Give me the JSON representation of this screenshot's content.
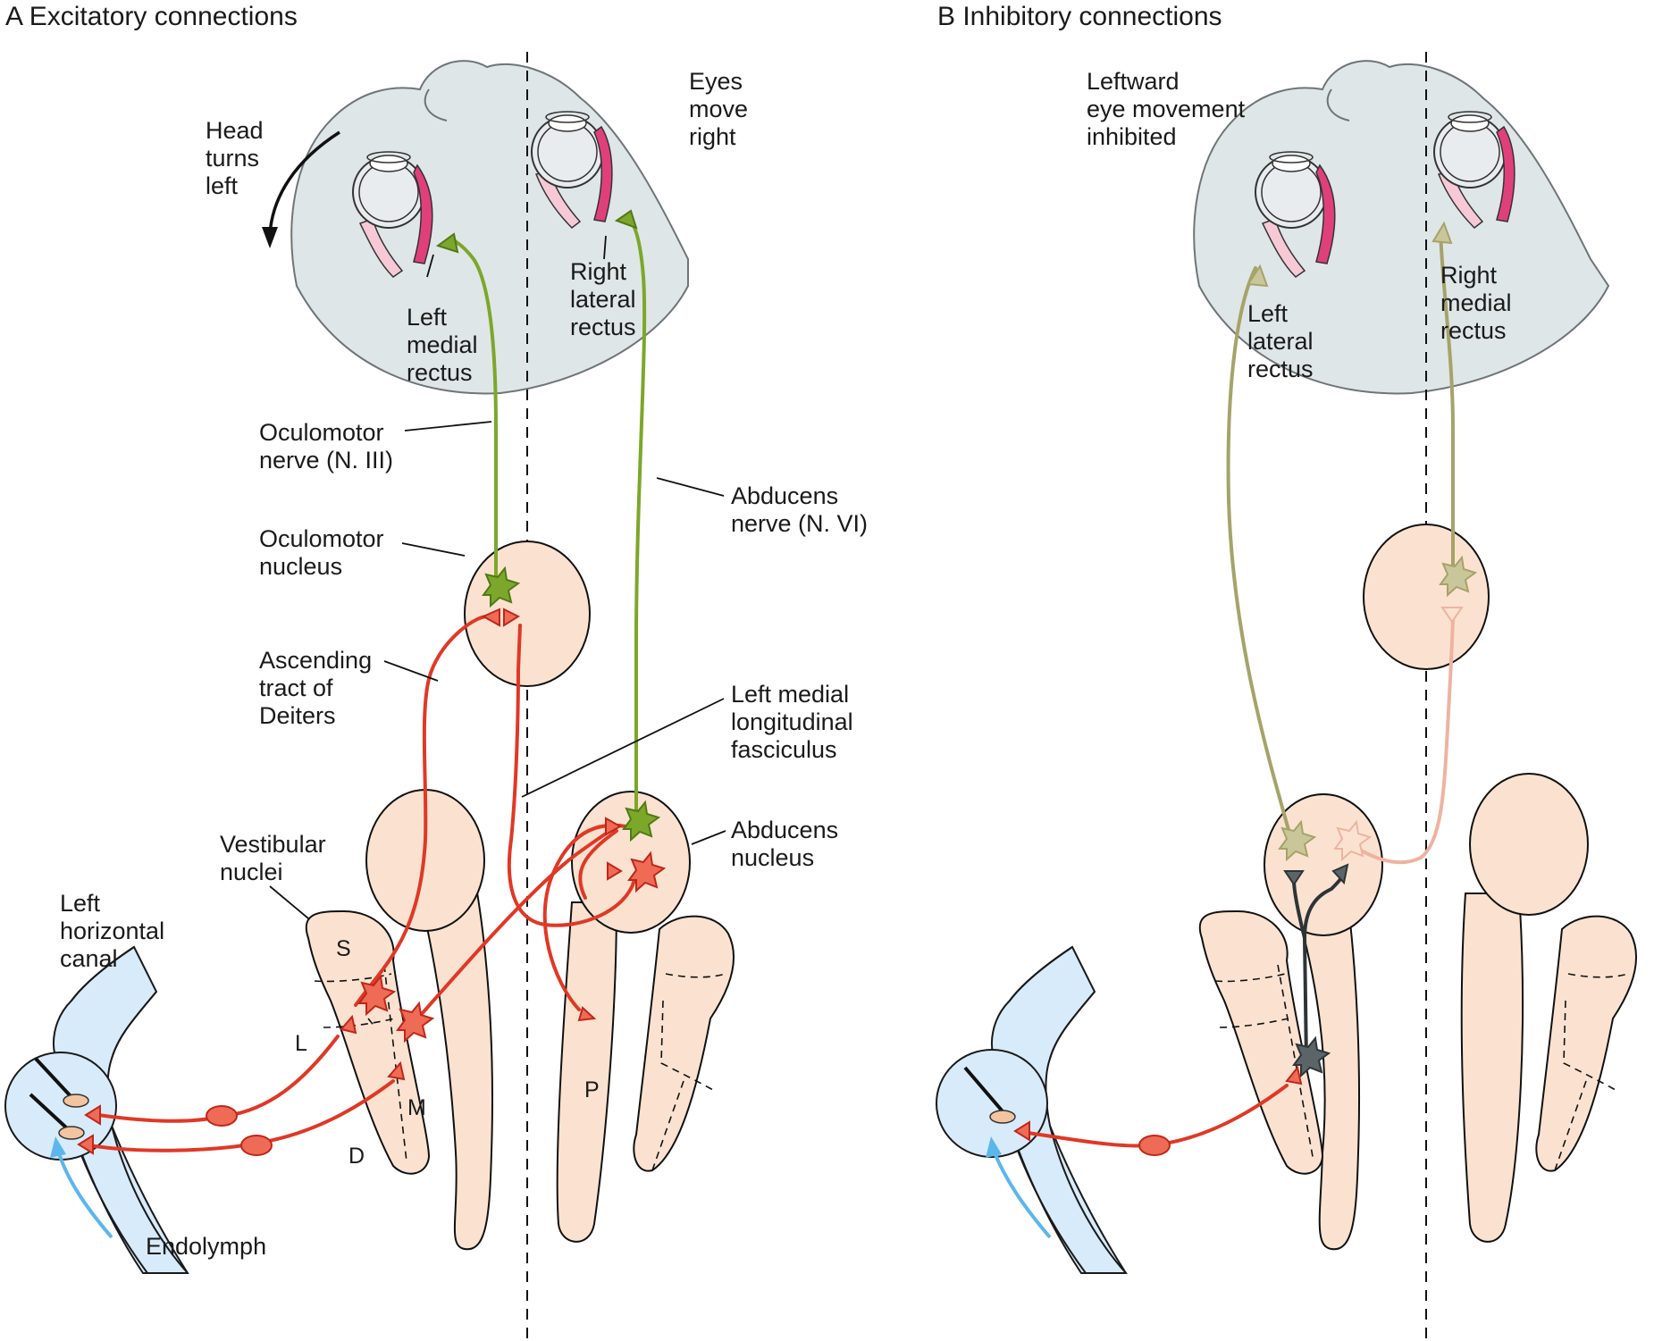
{
  "panel_a": {
    "title": "A  Excitatory connections",
    "labels": {
      "head_turns_left": [
        "Head",
        "turns",
        "left"
      ],
      "eyes_move_right": [
        "Eyes",
        "move",
        "right"
      ],
      "left_medial_rectus": [
        "Left",
        "medial",
        "rectus"
      ],
      "right_lateral_rectus": [
        "Right",
        "lateral",
        "rectus"
      ],
      "oculomotor_nerve": [
        "Oculomotor",
        "nerve (N. III)"
      ],
      "abducens_nerve": [
        "Abducens",
        "nerve (N. VI)"
      ],
      "oculomotor_nucleus": [
        "Oculomotor",
        "nucleus"
      ],
      "ascending_tract": [
        "Ascending",
        "tract of",
        "Deiters"
      ],
      "mlf": [
        "Left medial",
        "longitudinal",
        "fasciculus"
      ],
      "vestibular_nuclei": [
        "Vestibular",
        "nuclei"
      ],
      "abducens_nucleus": [
        "Abducens",
        "nucleus"
      ],
      "left_horizontal_canal": [
        "Left",
        "horizontal",
        "canal"
      ],
      "endolymph": "Endolymph",
      "nucleus_s": "S",
      "nucleus_l": "L",
      "nucleus_m": "M",
      "nucleus_d": "D",
      "nucleus_p": "P"
    }
  },
  "panel_b": {
    "title": "B  Inhibitory connections",
    "labels": {
      "leftward_inhibited": [
        "Leftward",
        "eye movement",
        "inhibited"
      ],
      "left_lateral_rectus": [
        "Left",
        "lateral",
        "rectus"
      ],
      "right_medial_rectus": [
        "Right",
        "medial",
        "rectus"
      ]
    }
  },
  "colors": {
    "excitatory_red": "#e03826",
    "motor_green": "#7ca72a",
    "inhibited_olive": "#a5a368",
    "inhibited_peach": "#eeb3a0",
    "inhibitory_interneuron": "#2e3436",
    "nucleus_fill": "#fbe2d0",
    "head_fill": "#dfe6e8",
    "canal_fill": "#d8ebfa",
    "endolymph_arrow": "#5cb6ec",
    "muscle_active": "#e0407a",
    "muscle_relaxed": "#f7c9d6"
  }
}
